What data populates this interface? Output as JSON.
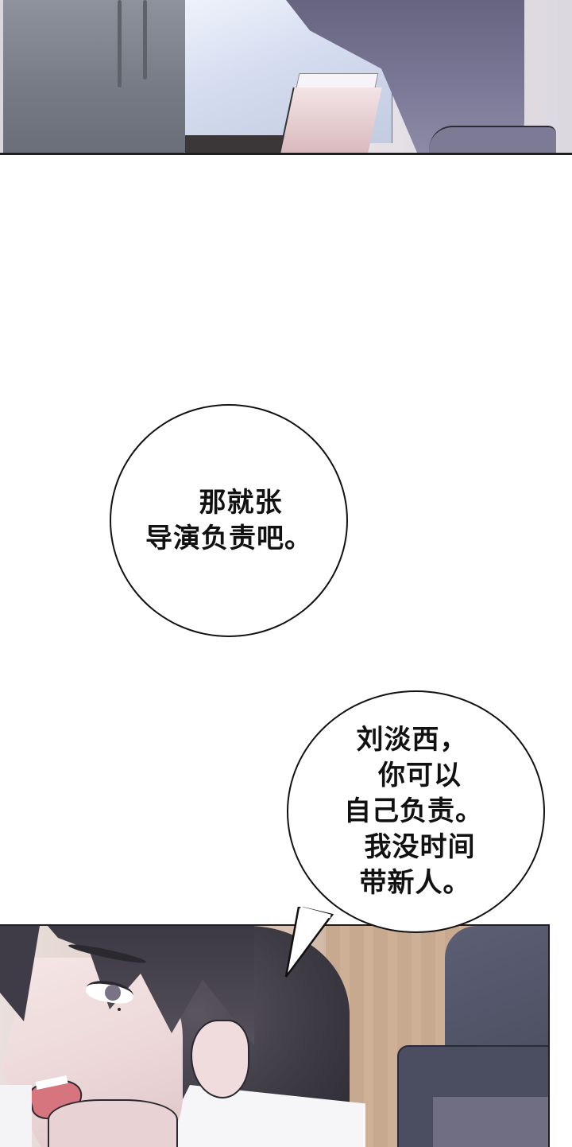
{
  "comic": {
    "panels": [
      {
        "id": "panel-1",
        "description": "Close-up of people standing: grey hoodie sleeve, light blue shirt, bare forearm, purple suit jacket"
      },
      {
        "id": "panel-2",
        "description": "White space with a round speech bubble"
      },
      {
        "id": "panel-3",
        "description": "Dark-haired man with stubble speaking angrily, office background with wooden wall and monitor"
      }
    ],
    "bubbles": [
      {
        "id": "bubble-1",
        "lines": [
          "那就张",
          "导演负责吧。"
        ]
      },
      {
        "id": "bubble-2",
        "lines": [
          "刘淡西，",
          "你可以",
          "自己负责。",
          "我没时间",
          "带新人。"
        ]
      }
    ]
  },
  "colors": {
    "page_bg": "#ffffff",
    "panel_border": "#1f1f22",
    "bubble_border": "#111111",
    "text": "#111111",
    "hair": "#3e3b45",
    "skin": "#f0dcdc",
    "suit": "#7a7896",
    "wood": "#c7a98f"
  }
}
